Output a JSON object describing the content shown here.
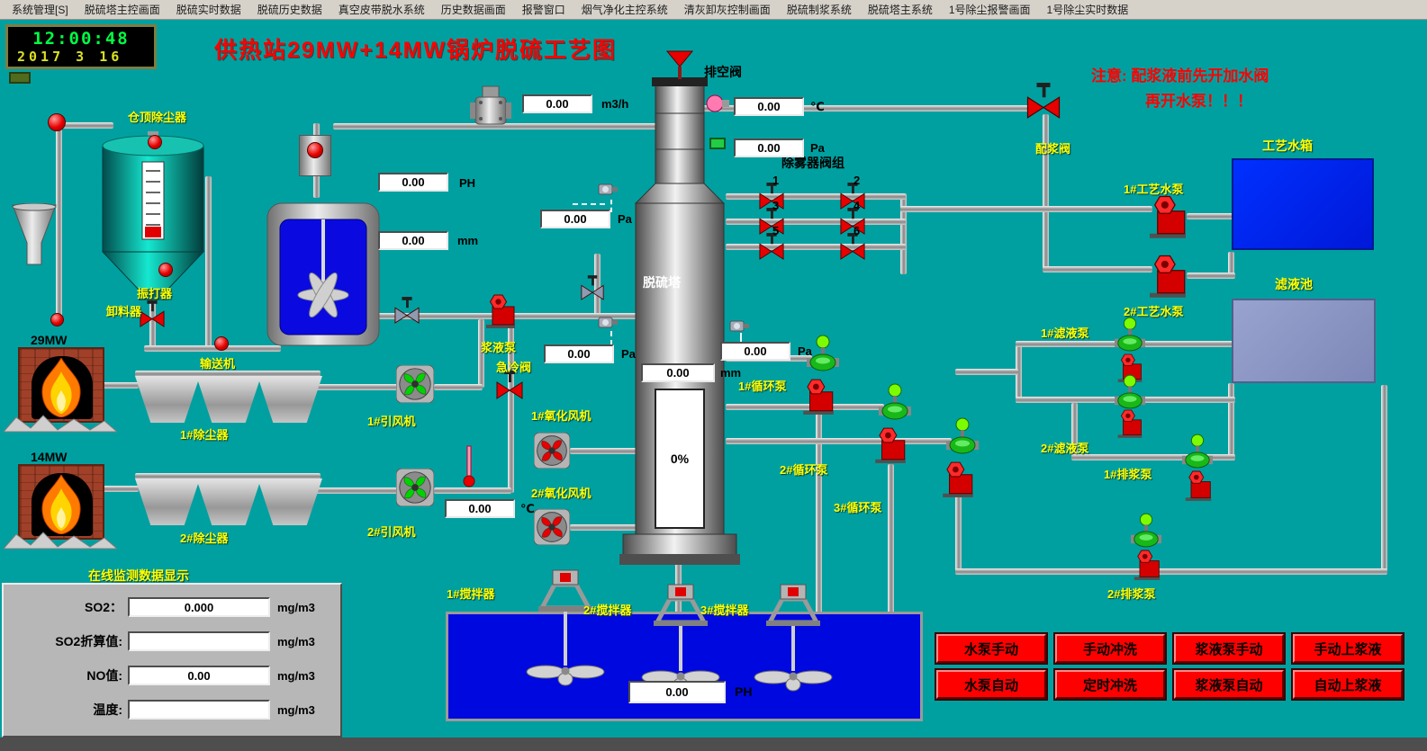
{
  "menu": {
    "items": [
      "系统管理[S]",
      "脱硫塔主控画面",
      "脱硫实时数据",
      "脱硫历史数据",
      "真空皮带脱水系统",
      "历史数据画面",
      "报警窗口",
      "烟气净化主控系统",
      "清灰卸灰控制画面",
      "脱硫制浆系统",
      "脱硫塔主系统",
      "1号除尘报警画面",
      "1号除尘实时数据"
    ]
  },
  "clock": {
    "time": "12:00:48",
    "date": "2017 3 16"
  },
  "header": {
    "title": "供热站29MW+14MW锅炉脱硫工艺图",
    "notice_line1": "注意: 配浆液前先开加水阀",
    "notice_line2": "再开水泵！！！"
  },
  "equipment": {
    "silo_dust_collector": "仓顶除尘器",
    "vibrator": "振打器",
    "discharger": "卸料器",
    "conveyor": "输送机",
    "boiler_29mw": "29MW",
    "boiler_14mw": "14MW",
    "dust_collector_1": "1#除尘器",
    "dust_collector_2": "2#除尘器",
    "slurry_pump": "浆液泵",
    "quench_valve": "急冷阀",
    "draft_fan_1": "1#引风机",
    "draft_fan_2": "2#引风机",
    "oxidation_fan_1": "1#氧化风机",
    "oxidation_fan_2": "2#氧化风机",
    "vent_valve": "排空阀",
    "tower": "脱硫塔",
    "demister_valve_group": "除雾器阀组",
    "demister_valve_nums": [
      "1",
      "2",
      "3",
      "4",
      "5",
      "6"
    ],
    "circulation_pump_1": "1#循环泵",
    "circulation_pump_2": "2#循环泵",
    "circulation_pump_3": "3#循环泵",
    "agitator_1": "1#搅拌器",
    "agitator_2": "2#搅拌器",
    "agitator_3": "3#搅拌器",
    "slurry_prep_valve": "配浆阀",
    "process_water_tank": "工艺水箱",
    "process_water_pump_1": "1#工艺水泵",
    "process_water_pump_2": "2#工艺水泵",
    "filtrate_pool": "滤液池",
    "filtrate_pump_1": "1#滤液泵",
    "filtrate_pump_2": "2#滤液泵",
    "slurry_discharge_pump_1": "1#排浆泵",
    "slurry_discharge_pump_2": "2#排浆泵"
  },
  "values": {
    "flue_flow": {
      "value": "0.00",
      "unit": "m3/h"
    },
    "outlet_temp": {
      "value": "0.00",
      "unit": "℃"
    },
    "outlet_pressure": {
      "value": "0.00",
      "unit": "Pa"
    },
    "tank_ph": {
      "value": "0.00",
      "unit": "PH"
    },
    "tank_level": {
      "value": "0.00",
      "unit": "mm"
    },
    "tower_pressure_upper": {
      "value": "0.00",
      "unit": "Pa"
    },
    "tower_pressure_lower": {
      "value": "0.00",
      "unit": "Pa"
    },
    "tower_pressure_right": {
      "value": "0.00",
      "unit": "Pa"
    },
    "tower_level_mm": {
      "value": "0.00",
      "unit": "mm"
    },
    "tower_level_percent": "0%",
    "inlet_temp": {
      "value": "0.00",
      "unit": "℃"
    },
    "pool_ph": {
      "value": "0.00",
      "unit": "PH"
    }
  },
  "monitor": {
    "title": "在线监测数据显示",
    "rows": [
      {
        "label": "SO2：",
        "value": "0.000",
        "unit": "mg/m3"
      },
      {
        "label": "SO2折算值:",
        "value": "",
        "unit": "mg/m3"
      },
      {
        "label": "NO值:",
        "value": "0.00",
        "unit": "mg/m3"
      },
      {
        "label": "温度:",
        "value": "",
        "unit": "mg/m3"
      }
    ]
  },
  "buttons": [
    {
      "label": "水泵手动"
    },
    {
      "label": "手动冲洗"
    },
    {
      "label": "浆液泵手动"
    },
    {
      "label": "手动上浆液"
    },
    {
      "label": "水泵自动"
    },
    {
      "label": "定时冲洗"
    },
    {
      "label": "浆液泵自动"
    },
    {
      "label": "自动上浆液"
    }
  ],
  "colors": {
    "background": "#00a0a0",
    "label_yellow": "#ffff00",
    "title_red": "#ff0000",
    "button_red": "#ff0000"
  }
}
